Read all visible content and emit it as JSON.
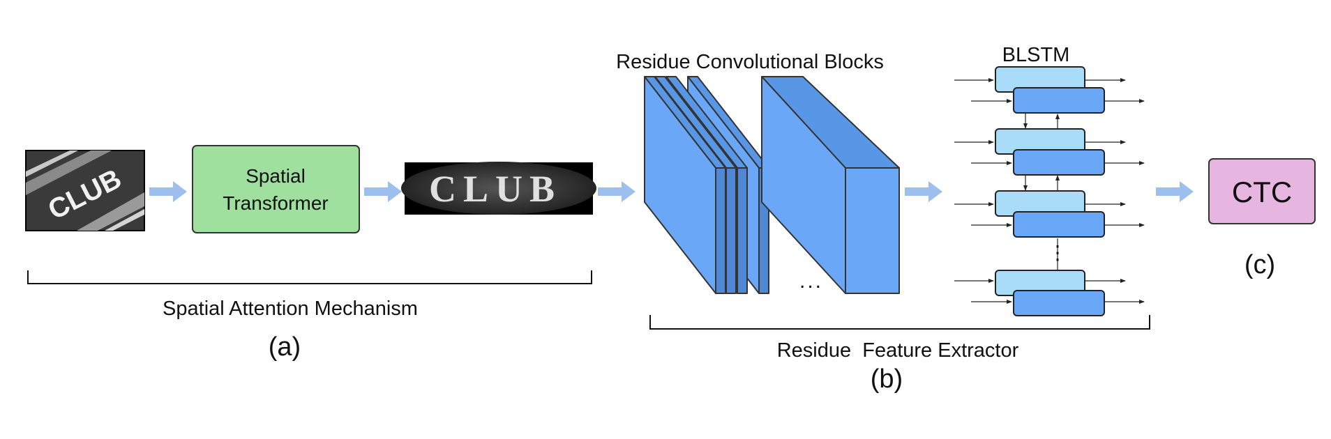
{
  "spatial_transformer": {
    "line1": "Spatial",
    "line2": "Transformer"
  },
  "input_image": {
    "text": "CLUB"
  },
  "rectified_image": {
    "text": "CLUB"
  },
  "bracket_a": {
    "label": "Spatial Attention Mechanism",
    "tag": "(a)"
  },
  "conv": {
    "title": "Residue Convolutional Blocks",
    "ellipsis": "..."
  },
  "blstm": {
    "title": "BLSTM",
    "vdots": "⋮"
  },
  "bracket_b": {
    "label": "Residue  Feature Extractor",
    "tag": "(b)"
  },
  "ctc": {
    "label": "CTC",
    "tag": "(c)"
  },
  "colors": {
    "transformer_fill": "#9fe09f",
    "conv_fill": "#6aa8f7",
    "blstm_light": "#a8dcf8",
    "blstm_dark": "#6aa8f7",
    "ctc_fill": "#e7b6e0",
    "arrow": "#9cbfee"
  }
}
